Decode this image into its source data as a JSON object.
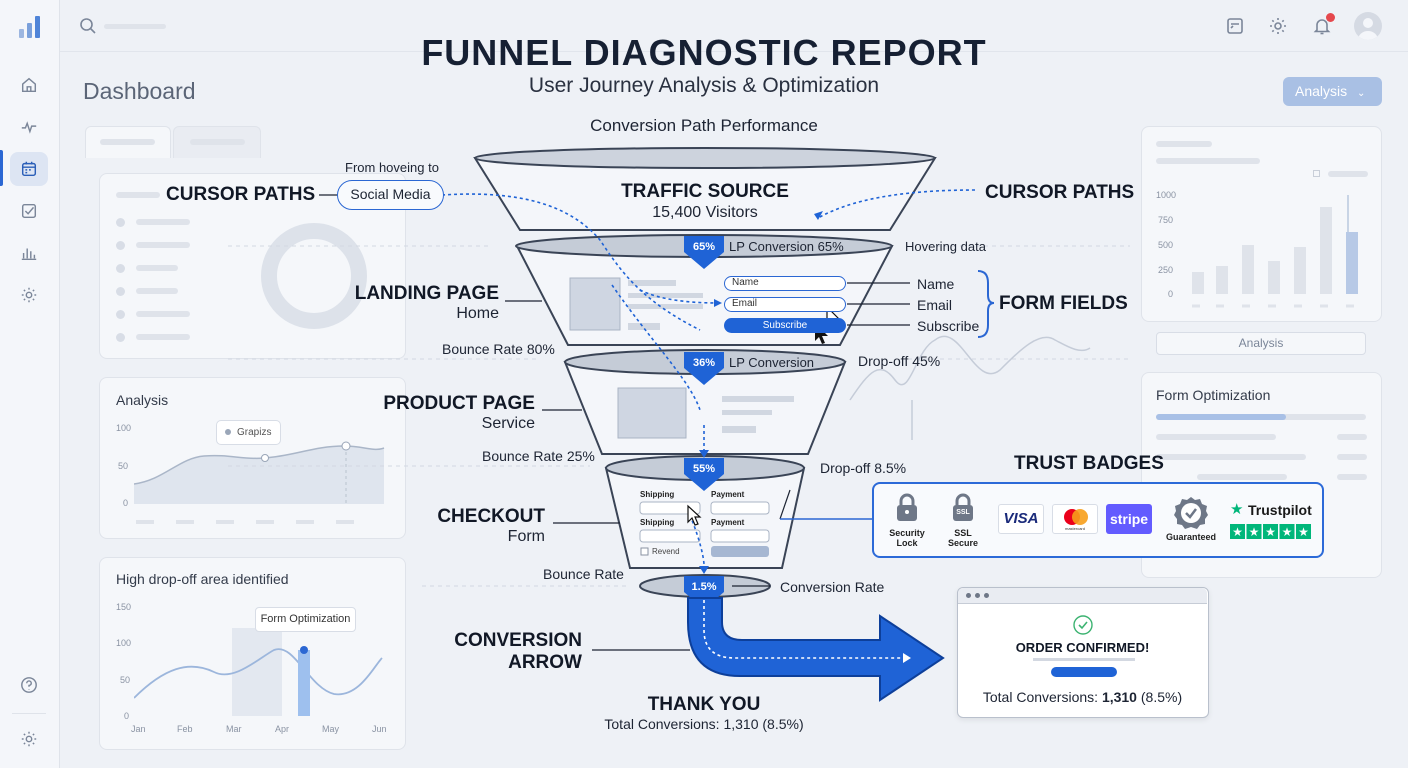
{
  "header": {
    "title": "FUNNEL DIAGNOSTIC REPORT",
    "subtitle": "User Journey Analysis & Optimization",
    "section": "Conversion Path Performance"
  },
  "dashboard": {
    "title": "Dashboard",
    "analysis_button": "Analysis"
  },
  "panels": {
    "analysis_title": "Analysis",
    "analysis_tooltip": "Grapizs",
    "analysis_ticks": [
      "100",
      "50",
      "0"
    ],
    "dropoff_title": "High drop-off area identified",
    "dropoff_tooltip": "Form Optimization",
    "dropoff_ticks": [
      "150",
      "100",
      "50",
      "0"
    ],
    "dropoff_months": [
      "Jan",
      "Feb",
      "Mar",
      "Apr",
      "May",
      "Jun"
    ],
    "right_bar_ticks": [
      "1000",
      "750",
      "500",
      "250",
      "0"
    ],
    "right_bar_button": "Analysis",
    "form_opt_title": "Form Optimization"
  },
  "cursor_paths_left": {
    "label": "CURSOR PATHS",
    "note": "From hoveing to",
    "pill": "Social Media"
  },
  "cursor_paths_right": {
    "label": "CURSOR PATHS"
  },
  "stages": {
    "traffic": {
      "title": "TRAFFIC SOURCE",
      "sub": "15,400 Visitors"
    },
    "landing": {
      "title": "LANDING PAGE",
      "sub": "Home",
      "bounce": "Bounce Rate 80%",
      "pct": "65%",
      "conversion": "LP Conversion 65%",
      "hover": "Hovering data"
    },
    "product": {
      "title": "PRODUCT PAGE",
      "sub": "Service",
      "bounce": "Bounce Rate 25%",
      "pct": "36%",
      "conversion": "LP Conversion",
      "dropoff": "Drop-off 45%"
    },
    "checkout": {
      "title": "CHECKOUT",
      "sub": "Form",
      "bounce": "Bounce Rate",
      "pct": "55%",
      "dropoff": "Drop-off 8.5%",
      "shipping1": "Shipping",
      "shipping2": "Shipping",
      "payment1": "Payment",
      "payment2": "Payment",
      "revend": "Revend"
    },
    "conversion": {
      "pct": "1.5%",
      "rate": "Conversion Rate",
      "arrow1": "CONVERSION",
      "arrow2": "ARROW"
    },
    "thankyou": {
      "title": "THANK YOU",
      "sub": "Total Conversions: 1,310 (8.5%)"
    }
  },
  "form_fields": {
    "label": "FORM FIELDS",
    "name": "Name",
    "email": "Email",
    "subscribe": "Subscribe",
    "name_field": "Name",
    "email_field": "Email",
    "subscribe_button": "Subscribe"
  },
  "trust_badges": {
    "label": "TRUST BADGES",
    "security": "Security Lock",
    "ssl_icon": "SSL",
    "ssl": "SSL Secure",
    "visa": "VISA",
    "mastercard": "mastercard",
    "stripe": "stripe",
    "guaranteed": "Guaranteed",
    "trustpilot": "Trustpilot"
  },
  "confirmation": {
    "title": "ORDER CONFIRMED!",
    "prefix": "Total Conversions: ",
    "count": "1,310",
    "suffix": " (8.5%)"
  },
  "colors": {
    "accent": "#1f63d6",
    "funnel_fill": "#f3f5f9",
    "funnel_rim": "#c5cbd6"
  }
}
